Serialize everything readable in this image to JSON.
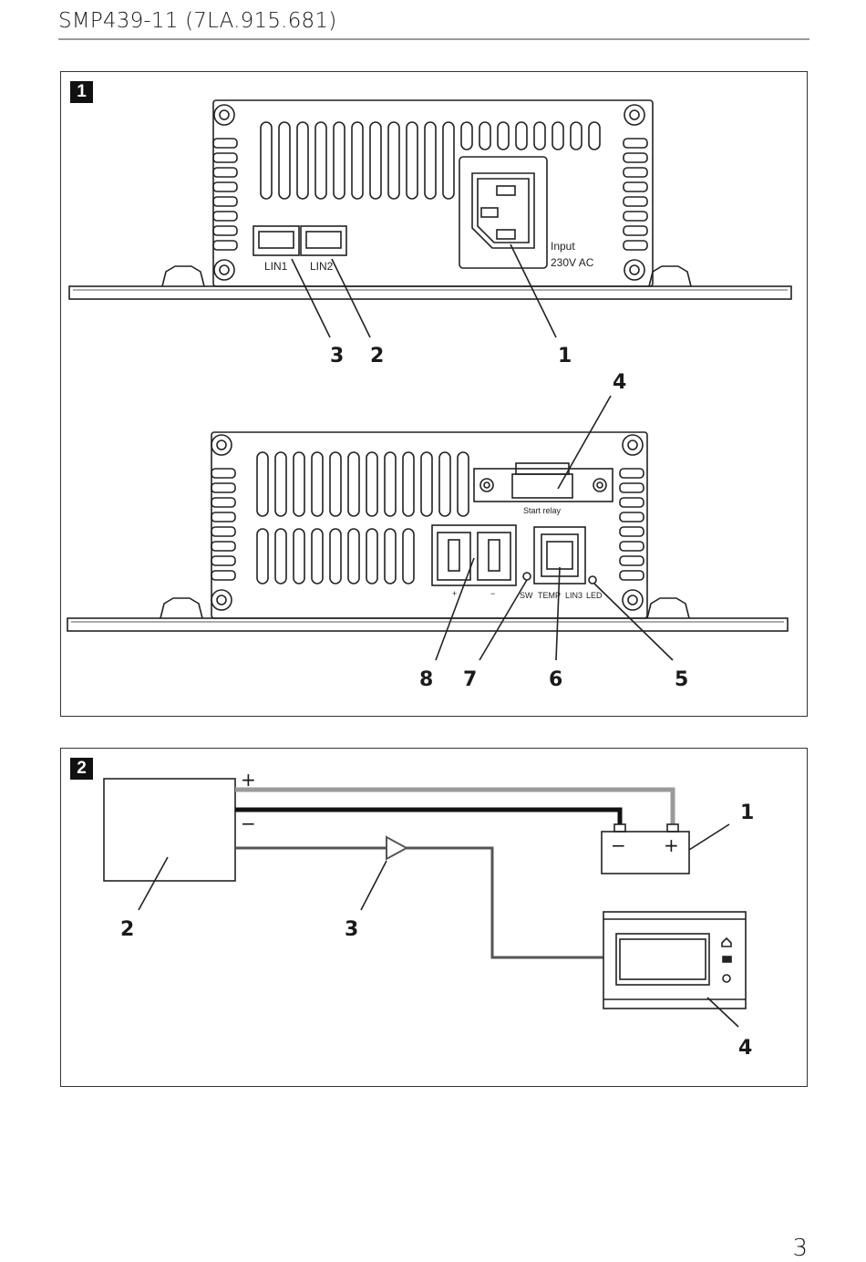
{
  "header": {
    "title": "SMP439-11 (7LA.915.681)"
  },
  "page_number": "3",
  "figure1": {
    "badge": "1",
    "labels": {
      "lin1": "LIN1",
      "lin2": "LIN2",
      "input_line1": "Input",
      "input_line2": "230V AC",
      "start_relay": "Start relay",
      "sw": "SW",
      "temp": "TEMP",
      "lin3": "LIN3",
      "led": "LED",
      "plus_symbol": "+",
      "minus_symbol": "−"
    },
    "callouts": {
      "c1": "1",
      "c2": "2",
      "c3": "3",
      "c4": "4",
      "c5": "5",
      "c6": "6",
      "c7": "7",
      "c8": "8"
    }
  },
  "figure2": {
    "badge": "2",
    "symbols": {
      "plus": "+",
      "minus": "−",
      "battery_minus": "−",
      "battery_plus": "+"
    },
    "callouts": {
      "c1": "1",
      "c2": "2",
      "c3": "3",
      "c4": "4"
    }
  }
}
